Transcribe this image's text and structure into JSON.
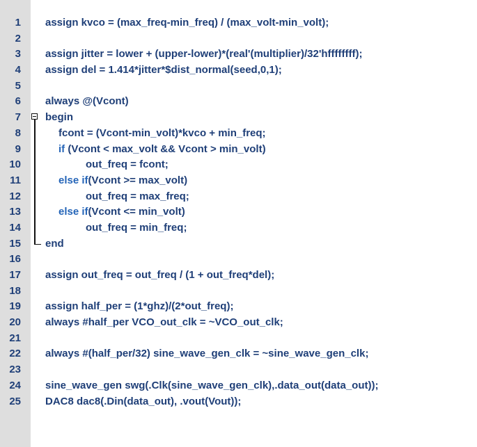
{
  "editor": {
    "lines": [
      {
        "n": "1",
        "indent": 0,
        "parts": [
          {
            "t": "assign kvco = (max_freq-min_freq) / (max_volt-min_volt);"
          }
        ]
      },
      {
        "n": "2",
        "indent": 0,
        "parts": [
          {
            "t": ""
          }
        ]
      },
      {
        "n": "3",
        "indent": 0,
        "parts": [
          {
            "t": "assign jitter = lower + (upper-lower)*(real'(multiplier)/32'hffffffff);"
          }
        ]
      },
      {
        "n": "4",
        "indent": 0,
        "parts": [
          {
            "t": "assign del = 1.414*jitter*$dist_normal(seed,0,1);"
          }
        ]
      },
      {
        "n": "5",
        "indent": 0,
        "parts": [
          {
            "t": ""
          }
        ]
      },
      {
        "n": "6",
        "indent": 0,
        "parts": [
          {
            "t": "always @(Vcont)"
          }
        ]
      },
      {
        "n": "7",
        "indent": 0,
        "parts": [
          {
            "t": "begin"
          }
        ]
      },
      {
        "n": "8",
        "indent": 1,
        "parts": [
          {
            "t": "fcont = (Vcont-min_volt)*kvco + min_freq;"
          }
        ]
      },
      {
        "n": "9",
        "indent": 1,
        "parts": [
          {
            "t": "if",
            "c": "kw-blue"
          },
          {
            "t": " (Vcont < max_volt && Vcont > min_volt)"
          }
        ]
      },
      {
        "n": "10",
        "indent": 2,
        "parts": [
          {
            "t": "out_freq = fcont;"
          }
        ]
      },
      {
        "n": "11",
        "indent": 1,
        "parts": [
          {
            "t": "else if",
            "c": "kw-blue"
          },
          {
            "t": "(Vcont >= max_volt)"
          }
        ]
      },
      {
        "n": "12",
        "indent": 2,
        "parts": [
          {
            "t": "out_freq = max_freq;"
          }
        ]
      },
      {
        "n": "13",
        "indent": 1,
        "parts": [
          {
            "t": "else if",
            "c": "kw-blue"
          },
          {
            "t": "(Vcont <= min_volt)"
          }
        ]
      },
      {
        "n": "14",
        "indent": 2,
        "parts": [
          {
            "t": "out_freq = min_freq;"
          }
        ]
      },
      {
        "n": "15",
        "indent": 0,
        "parts": [
          {
            "t": "end"
          }
        ]
      },
      {
        "n": "16",
        "indent": 0,
        "parts": [
          {
            "t": ""
          }
        ]
      },
      {
        "n": "17",
        "indent": 0,
        "parts": [
          {
            "t": "assign out_freq = out_freq / (1 + out_freq*del);"
          }
        ]
      },
      {
        "n": "18",
        "indent": 0,
        "parts": [
          {
            "t": ""
          }
        ]
      },
      {
        "n": "19",
        "indent": 0,
        "parts": [
          {
            "t": "assign half_per = (1*ghz)/(2*out_freq);"
          }
        ]
      },
      {
        "n": "20",
        "indent": 0,
        "parts": [
          {
            "t": "always #half_per VCO_out_clk = ~VCO_out_clk;"
          }
        ]
      },
      {
        "n": "21",
        "indent": 0,
        "parts": [
          {
            "t": ""
          }
        ]
      },
      {
        "n": "22",
        "indent": 0,
        "parts": [
          {
            "t": "always #(half_per/32) sine_wave_gen_clk = ~sine_wave_gen_clk;"
          }
        ]
      },
      {
        "n": "23",
        "indent": 0,
        "parts": [
          {
            "t": ""
          }
        ]
      },
      {
        "n": "24",
        "indent": 0,
        "parts": [
          {
            "t": "sine_wave_gen swg(.Clk(sine_wave_gen_clk),.data_out(data_out));"
          }
        ]
      },
      {
        "n": "25",
        "indent": 0,
        "parts": [
          {
            "t": "DAC8 dac8(.Din(data_out), .vout(Vout));"
          }
        ]
      }
    ]
  },
  "colors": {
    "code_text": "#1f3f78",
    "keyword_blue": "#2565b8",
    "gutter_bg": "#dedede"
  }
}
